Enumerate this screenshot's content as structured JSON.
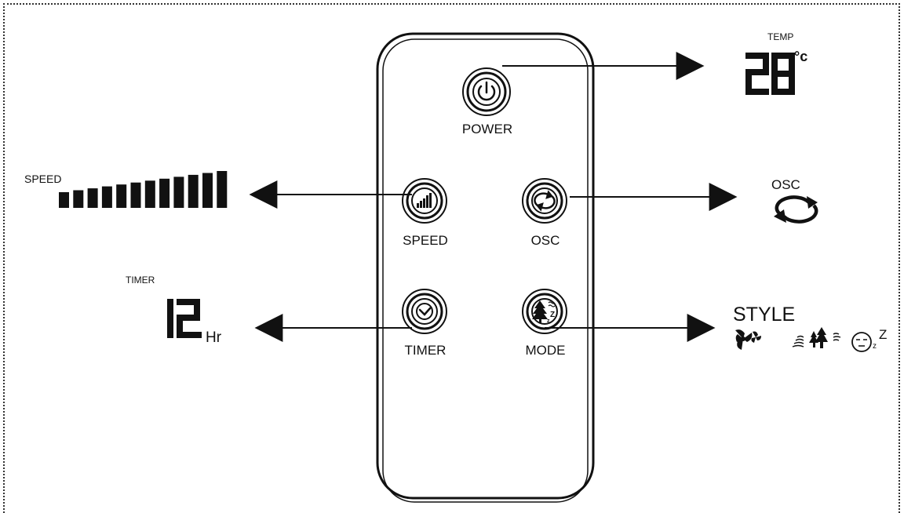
{
  "remote": {
    "buttons": {
      "power": "POWER",
      "speed": "SPEED",
      "osc": "OSC",
      "timer": "TIMER",
      "mode": "MODE"
    }
  },
  "displays": {
    "temp": {
      "label": "TEMP",
      "value": "28",
      "unit": "°c"
    },
    "speed": {
      "label": "SPEED",
      "levels": 12
    },
    "osc": {
      "label": "OSC"
    },
    "timer": {
      "label": "TIMER",
      "value": "12",
      "unit": "Hr"
    },
    "style": {
      "label": "STYLE",
      "modes": [
        "fan-icon",
        "natural-wind-icon",
        "sleep-icon"
      ]
    }
  },
  "colors": {
    "ink": "#111111",
    "background": "#ffffff"
  }
}
